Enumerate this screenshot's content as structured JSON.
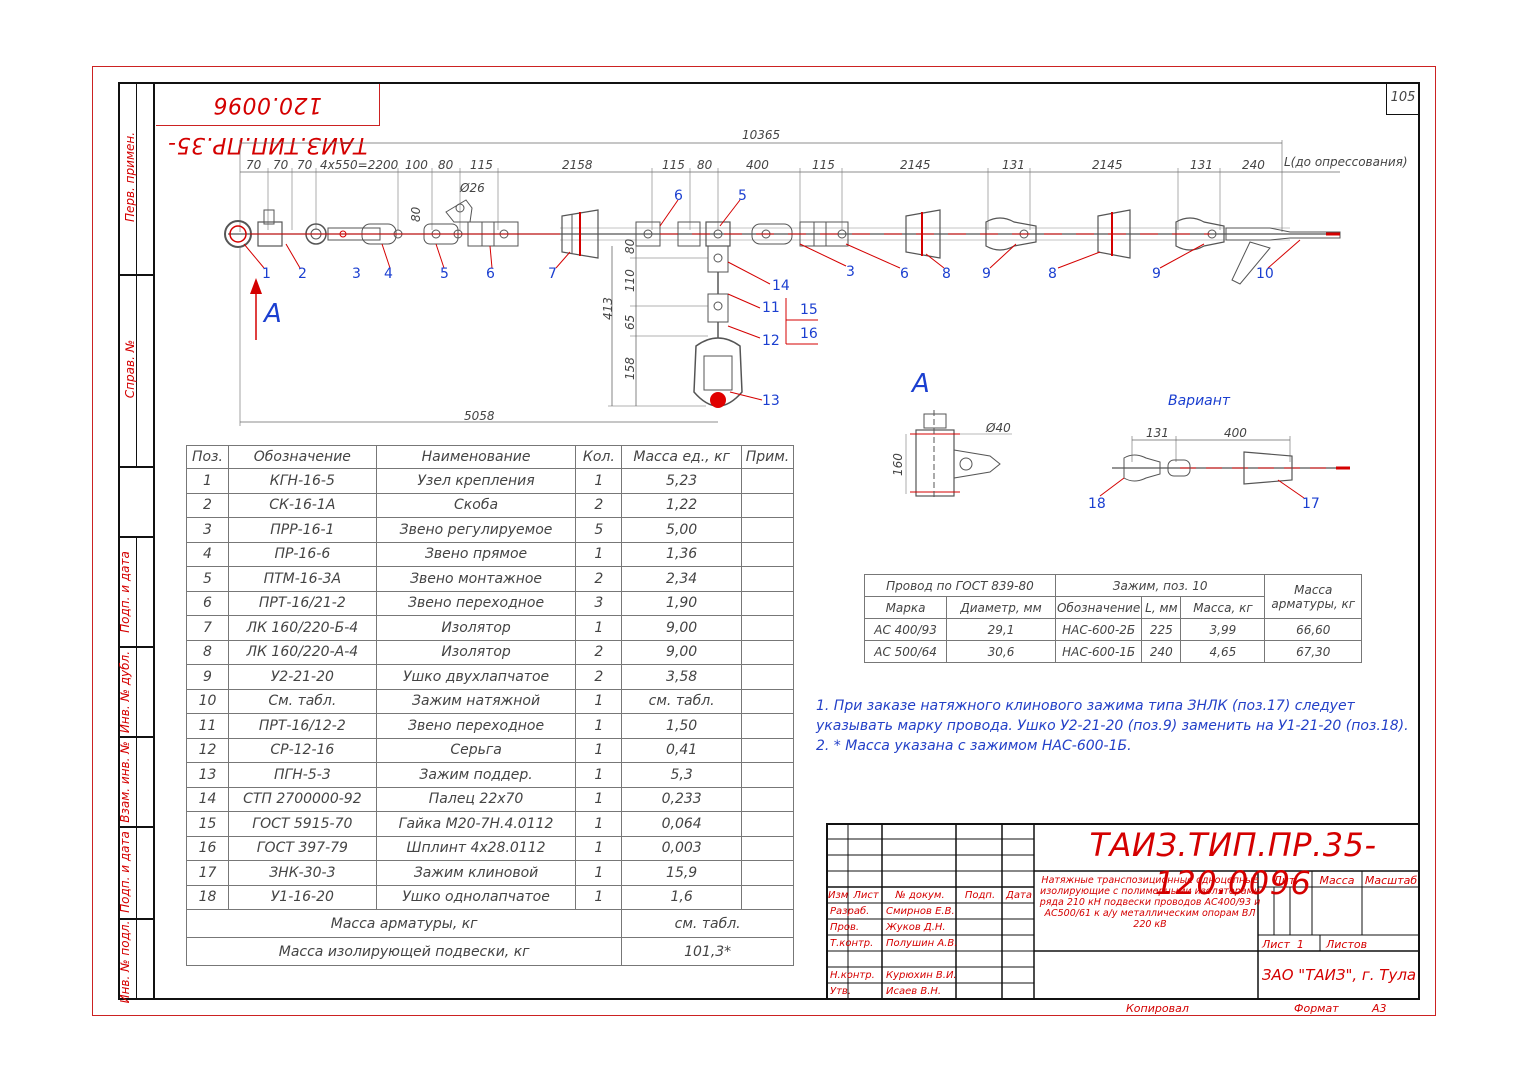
{
  "sheet_number": "105",
  "stamp_mirrored": "ТАИЗ.ТИП.ПР.35-120.0096",
  "left_strip_labels": [
    "Перв. примен.",
    "Справ. №",
    "Подп. и дата",
    "Инв. № дубл.",
    "Взам. инв. №",
    "Подп. и дата",
    "Инв. № подл."
  ],
  "drawing": {
    "dims_top": [
      "10365",
      "70",
      "70",
      "70",
      "4x550=2200",
      "100",
      "80",
      "115",
      "2158",
      "115",
      "80",
      "400",
      "115",
      "2145",
      "131",
      "2145",
      "131",
      "240",
      "L(до опрессования)",
      "Ø26",
      "80"
    ],
    "dims_vertical": [
      "413",
      "80",
      "110",
      "65",
      "158"
    ],
    "dim_bottom": "5058",
    "callouts_row": [
      "1",
      "2",
      "3",
      "4",
      "5",
      "6",
      "7",
      "6",
      "5",
      "3",
      "6",
      "8",
      "9",
      "8",
      "9",
      "10"
    ],
    "callouts_vertical": [
      "14",
      "11",
      "15",
      "16",
      "12",
      "13"
    ],
    "view_label": "А",
    "view_a": {
      "label": "А",
      "dim_diameter": "Ø40",
      "dim_height": "160"
    },
    "variant": {
      "title": "Вариант",
      "dims": [
        "131",
        "400"
      ],
      "callouts": [
        "18",
        "17"
      ]
    }
  },
  "spec_table": {
    "headers": [
      "Поз.",
      "Обозначение",
      "Наименование",
      "Кол.",
      "Масса ед., кг",
      "Прим."
    ],
    "rows": [
      [
        "1",
        "КГН-16-5",
        "Узел крепления",
        "1",
        "5,23",
        ""
      ],
      [
        "2",
        "СК-16-1А",
        "Скоба",
        "2",
        "1,22",
        ""
      ],
      [
        "3",
        "ПРР-16-1",
        "Звено регулируемое",
        "5",
        "5,00",
        ""
      ],
      [
        "4",
        "ПР-16-6",
        "Звено прямое",
        "1",
        "1,36",
        ""
      ],
      [
        "5",
        "ПТМ-16-3А",
        "Звено монтажное",
        "2",
        "2,34",
        ""
      ],
      [
        "6",
        "ПРТ-16/21-2",
        "Звено переходное",
        "3",
        "1,90",
        ""
      ],
      [
        "7",
        "ЛК 160/220-Б-4",
        "Изолятор",
        "1",
        "9,00",
        ""
      ],
      [
        "8",
        "ЛК 160/220-А-4",
        "Изолятор",
        "2",
        "9,00",
        ""
      ],
      [
        "9",
        "У2-21-20",
        "Ушко двухлапчатое",
        "2",
        "3,58",
        ""
      ],
      [
        "10",
        "См. табл.",
        "Зажим натяжной",
        "1",
        "см. табл.",
        ""
      ],
      [
        "11",
        "ПРТ-16/12-2",
        "Звено переходное",
        "1",
        "1,50",
        ""
      ],
      [
        "12",
        "СР-12-16",
        "Серьга",
        "1",
        "0,41",
        ""
      ],
      [
        "13",
        "ПГН-5-3",
        "Зажим поддер.",
        "1",
        "5,3",
        ""
      ],
      [
        "14",
        "СТП 2700000-92",
        "Палец 22х70",
        "1",
        "0,233",
        ""
      ],
      [
        "15",
        "ГОСТ 5915-70",
        "Гайка М20-7Н.4.0112",
        "1",
        "0,064",
        ""
      ],
      [
        "16",
        "ГОСТ 397-79",
        "Шплинт 4х28.0112",
        "1",
        "0,003",
        ""
      ],
      [
        "17",
        "ЗНК-30-3",
        "Зажим клиновой",
        "1",
        "15,9",
        ""
      ],
      [
        "18",
        "У1-16-20",
        "Ушко однолапчатое",
        "1",
        "1,6",
        ""
      ]
    ],
    "footer": [
      {
        "label": "Масса арматуры, кг",
        "value": "см. табл."
      },
      {
        "label": "Масса изолирующей подвески, кг",
        "value": "101,3*"
      }
    ]
  },
  "wire_table": {
    "group1": "Провод по ГОСТ 839-80",
    "group2": "Зажим, поз. 10",
    "group3": "Масса арматуры, кг",
    "sub": [
      "Марка",
      "Диаметр, мм",
      "Обозначение",
      "L, мм",
      "Масса, кг"
    ],
    "rows": [
      [
        "АС 400/93",
        "29,1",
        "НАС-600-2Б",
        "225",
        "3,99",
        "66,60"
      ],
      [
        "АС 500/64",
        "30,6",
        "НАС-600-1Б",
        "240",
        "4,65",
        "67,30"
      ]
    ]
  },
  "notes": [
    "1. При заказе натяжного клинового зажима типа ЗНЛК (поз.17) следует",
    "указывать марку провода. Ушко У2-21-20 (поз.9) заменить на У1-21-20 (поз.18).",
    "2. * Масса указана с зажимом НАС-600-1Б."
  ],
  "title_block": {
    "doc_number": "ТАИЗ.ТИП.ПР.35-120.0096",
    "col_headers": [
      "Изм",
      "Лист",
      "№ докум.",
      "Подп.",
      "Дата"
    ],
    "roles": [
      {
        "role": "Разраб.",
        "name": "Смирнов Е.В."
      },
      {
        "role": "Пров.",
        "name": "Жуков Д.Н."
      },
      {
        "role": "Т.контр.",
        "name": "Полушин А.В."
      },
      {
        "role": "",
        "name": ""
      },
      {
        "role": "Н.контр.",
        "name": "Курюхин В.И."
      },
      {
        "role": "Утв.",
        "name": "Исаев В.Н."
      }
    ],
    "description": "Натяжные транспозиционные одноцепные изолирующие с полимерными изоляторами ряда 210 кН подвески проводов АС400/93 и АС500/61 к а/у металлическим опорам ВЛ 220 кВ",
    "lit_label": "Лит.",
    "mass_label": "Масса",
    "scale_label": "Масштаб",
    "sheet_label": "Лист",
    "sheet_value": "1",
    "sheets_label": "Листов",
    "company": "ЗАО \"ТАИЗ\", г. Тула",
    "copied": "Копировал",
    "format_label": "Формат",
    "format_value": "А3"
  }
}
